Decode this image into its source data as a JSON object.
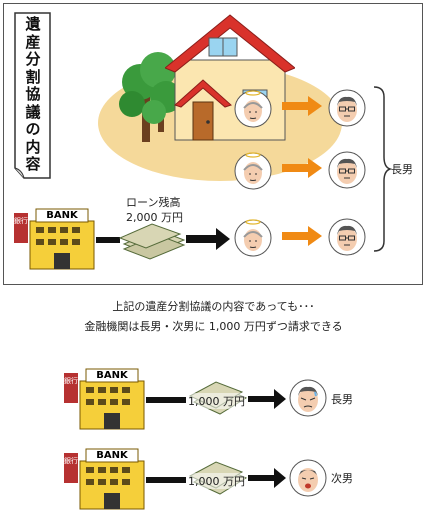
{
  "panel": {
    "vertical_title": [
      "遺",
      "産",
      "分",
      "割",
      "協",
      "議",
      "の",
      "内",
      "容"
    ],
    "loan_label_line1": "ローン残高",
    "loan_label_line2": "2,000 万円",
    "heir_label": "長男",
    "bank_sign": "BANK",
    "bank_vertical": "銀行"
  },
  "caption": {
    "line1": "上記の遺産分割協議の内容であっても･･･",
    "line2": "金融機関は長男・次男に 1,000 万円ずつ請求できる"
  },
  "claims": [
    {
      "bank_sign": "BANK",
      "bank_vertical": "銀行",
      "amount": "1,000 万円",
      "recipient": "長男"
    },
    {
      "bank_sign": "BANK",
      "bank_vertical": "銀行",
      "amount": "1,000 万円",
      "recipient": "次男"
    }
  ],
  "colors": {
    "arrow_orange": "#f08a14",
    "lawn": "#f5d99a",
    "roof": "#d9322b",
    "house_wall": "#fbe6b0",
    "bank": "#f5cf3a",
    "tree": "#3a9a3c"
  },
  "icons": [
    "house-illustration",
    "tree-illustration",
    "bank-building-icon",
    "cash-stack-icon",
    "deceased-father-icon",
    "son-icon",
    "curly-brace-icon",
    "right-arrow-icon"
  ]
}
